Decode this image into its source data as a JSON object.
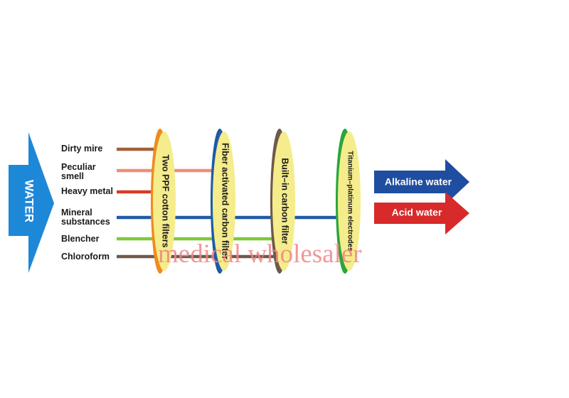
{
  "input": {
    "label": "WATER",
    "color": "#1e88d8"
  },
  "contaminants": [
    {
      "label": "Dirty mire",
      "color": "#a0603a"
    },
    {
      "label": "Peculiar smell",
      "color": "#f08c78"
    },
    {
      "label": "Heavy metal",
      "color": "#d83a2a"
    },
    {
      "label": "Mineral substances",
      "color": "#1f5aa6"
    },
    {
      "label": "Blencher",
      "color": "#7ec83a"
    },
    {
      "label": "Chloroform",
      "color": "#6e5a4a"
    }
  ],
  "filters": [
    {
      "label": "Two PPF cotton filters",
      "rim_color": "#f08a1e"
    },
    {
      "label": "Fiber activated carbon filter",
      "rim_color": "#1f5aa6"
    },
    {
      "label": "Built–in carbon filter",
      "rim_color": "#6e5a4a"
    },
    {
      "label": "Titanium–platinum electrodes",
      "rim_color": "#2aa63a"
    }
  ],
  "outputs": [
    {
      "label": "Alkaline water",
      "color": "#1f4ea0"
    },
    {
      "label": "Acid water",
      "color": "#d82a2a"
    }
  ],
  "watermark": "medical wholesaler",
  "colors": {
    "filter_face": "#f5ec8c",
    "background": "#ffffff"
  }
}
